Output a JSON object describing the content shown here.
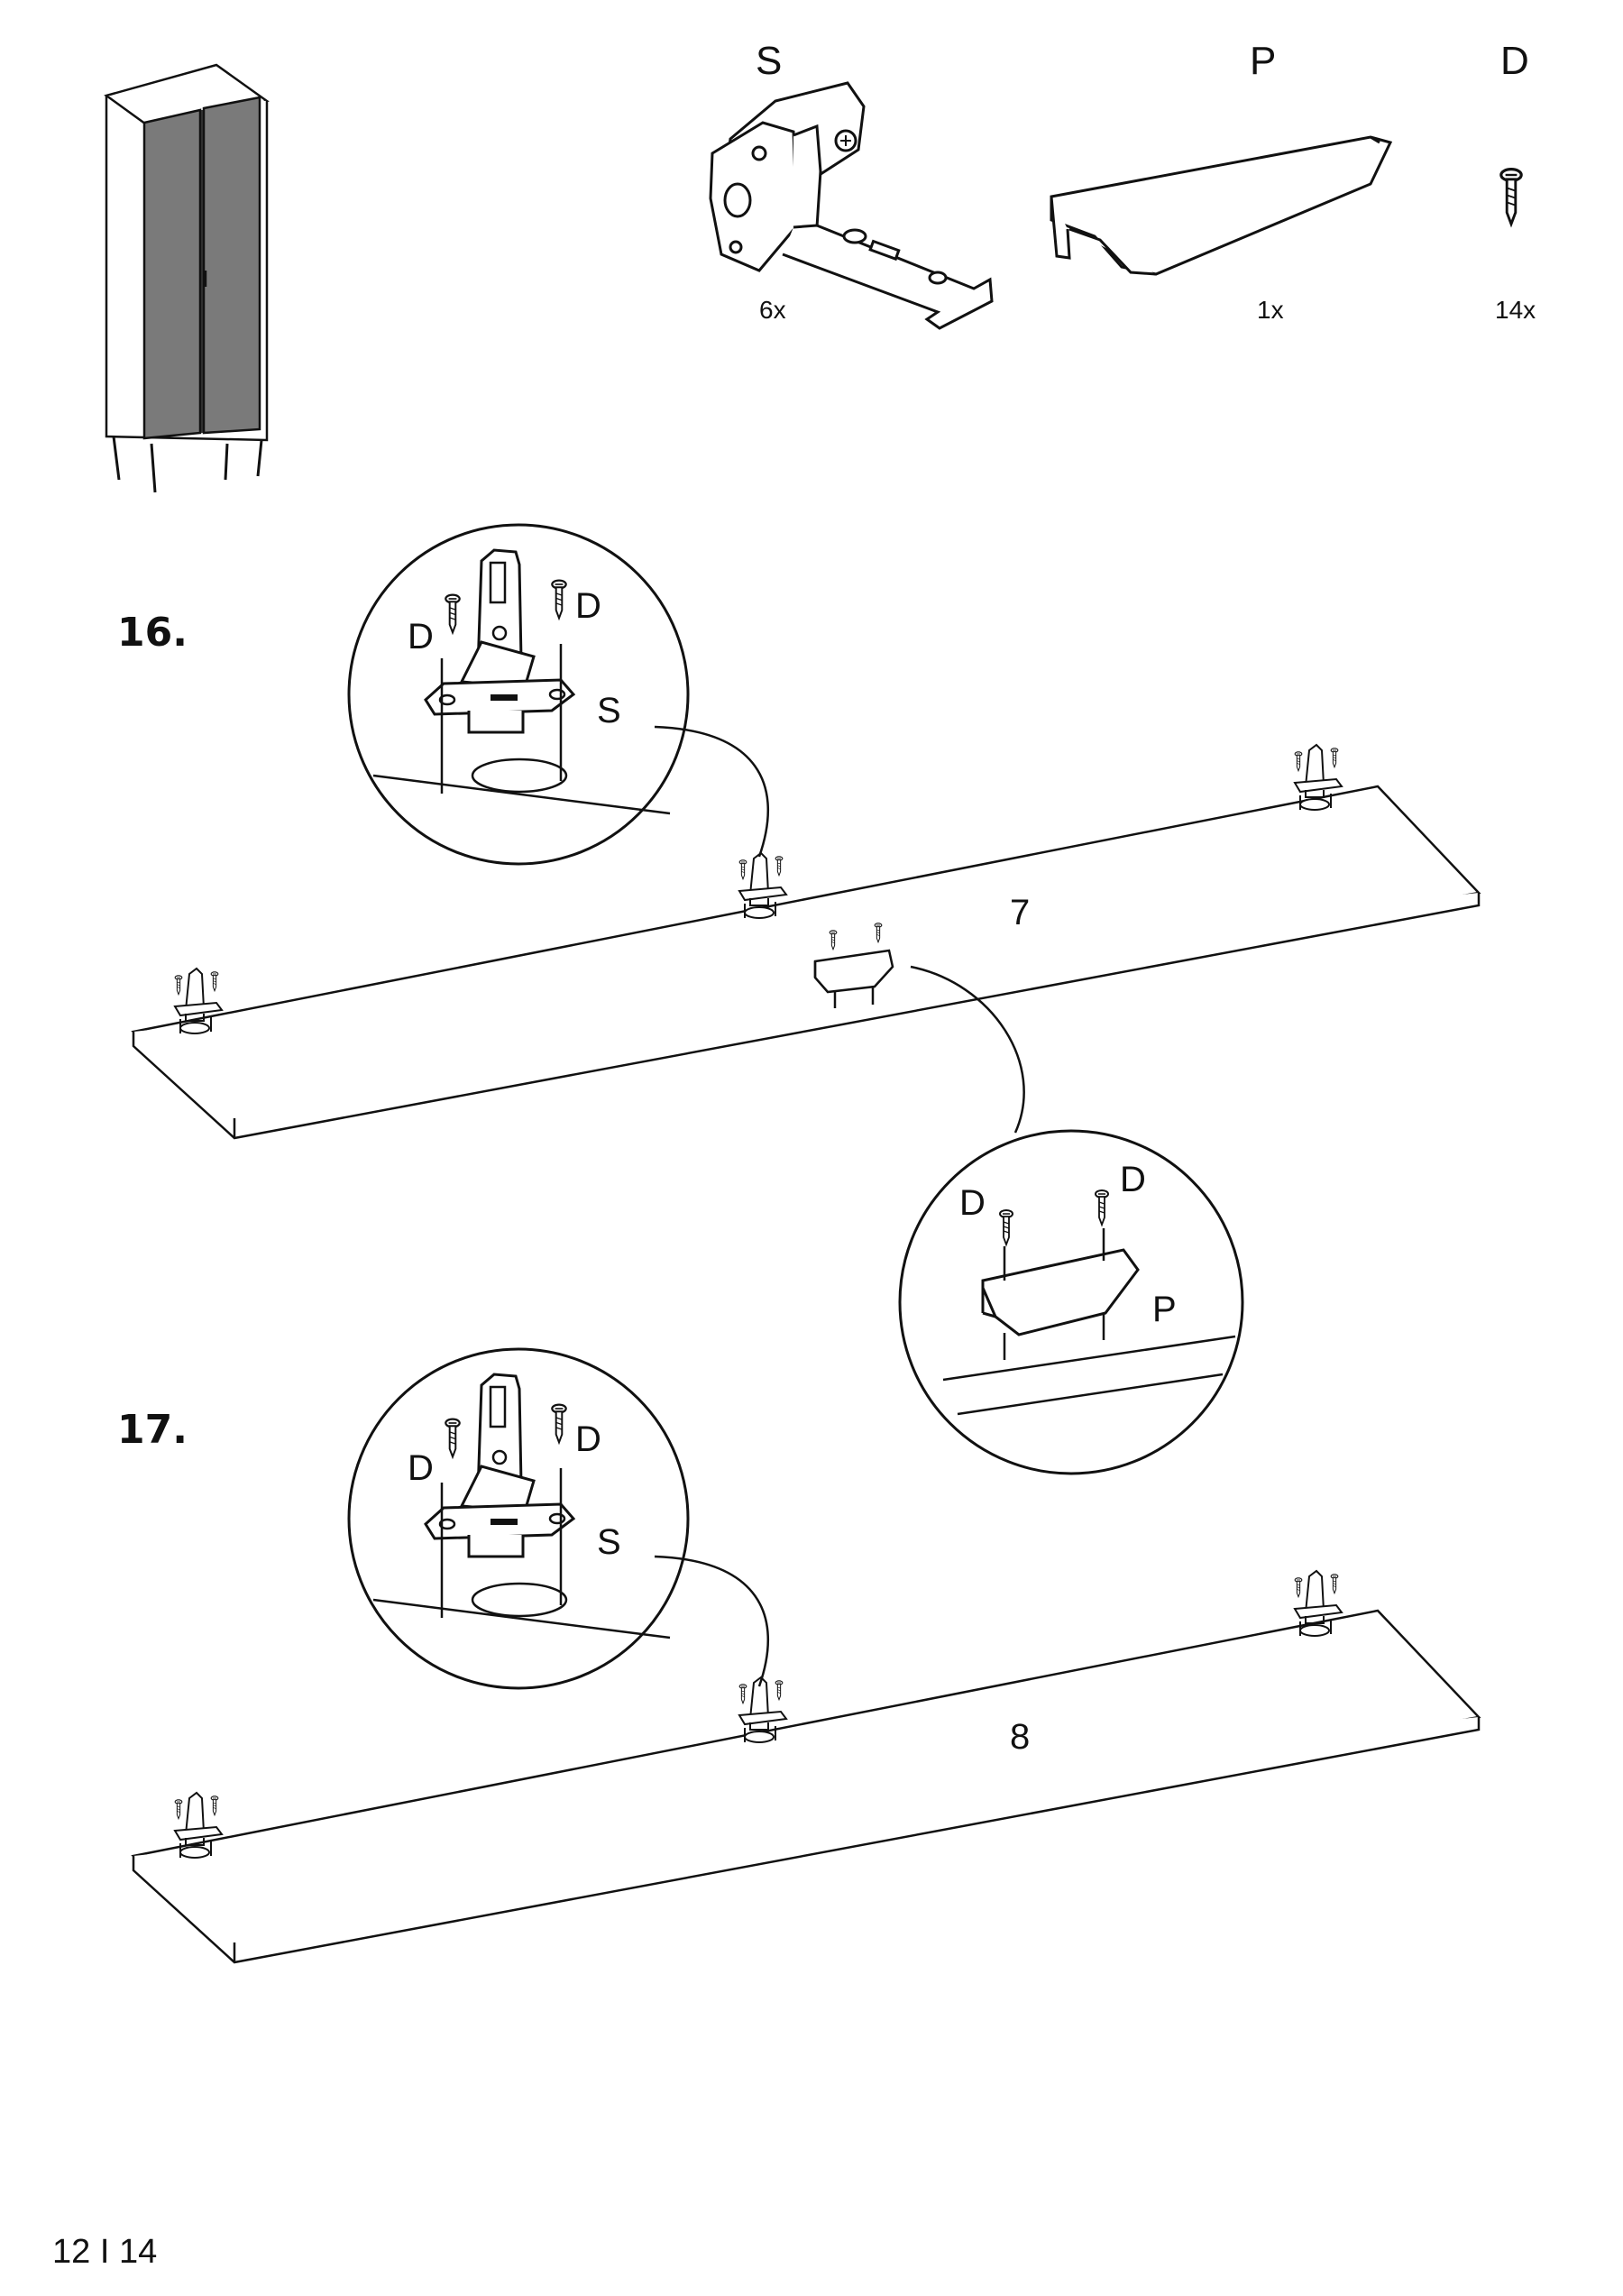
{
  "parts": [
    {
      "letter": "S",
      "qty": "6x",
      "icon": "hinge-bracket-icon"
    },
    {
      "letter": "P",
      "qty": "1x",
      "icon": "support-bracket-icon"
    },
    {
      "letter": "D",
      "qty": "14x",
      "icon": "screw-icon"
    }
  ],
  "steps": [
    {
      "number": "16.",
      "panel": "7",
      "callout_hinge": {
        "screw_left": "D",
        "screw_right": "D",
        "part": "S"
      },
      "callout_bracket": {
        "screw_left": "D",
        "screw_right": "D",
        "part": "P"
      }
    },
    {
      "number": "17.",
      "panel": "8",
      "callout_hinge": {
        "screw_left": "D",
        "screw_right": "D",
        "part": "S"
      }
    }
  ],
  "footer": {
    "page": "12 I 14"
  }
}
